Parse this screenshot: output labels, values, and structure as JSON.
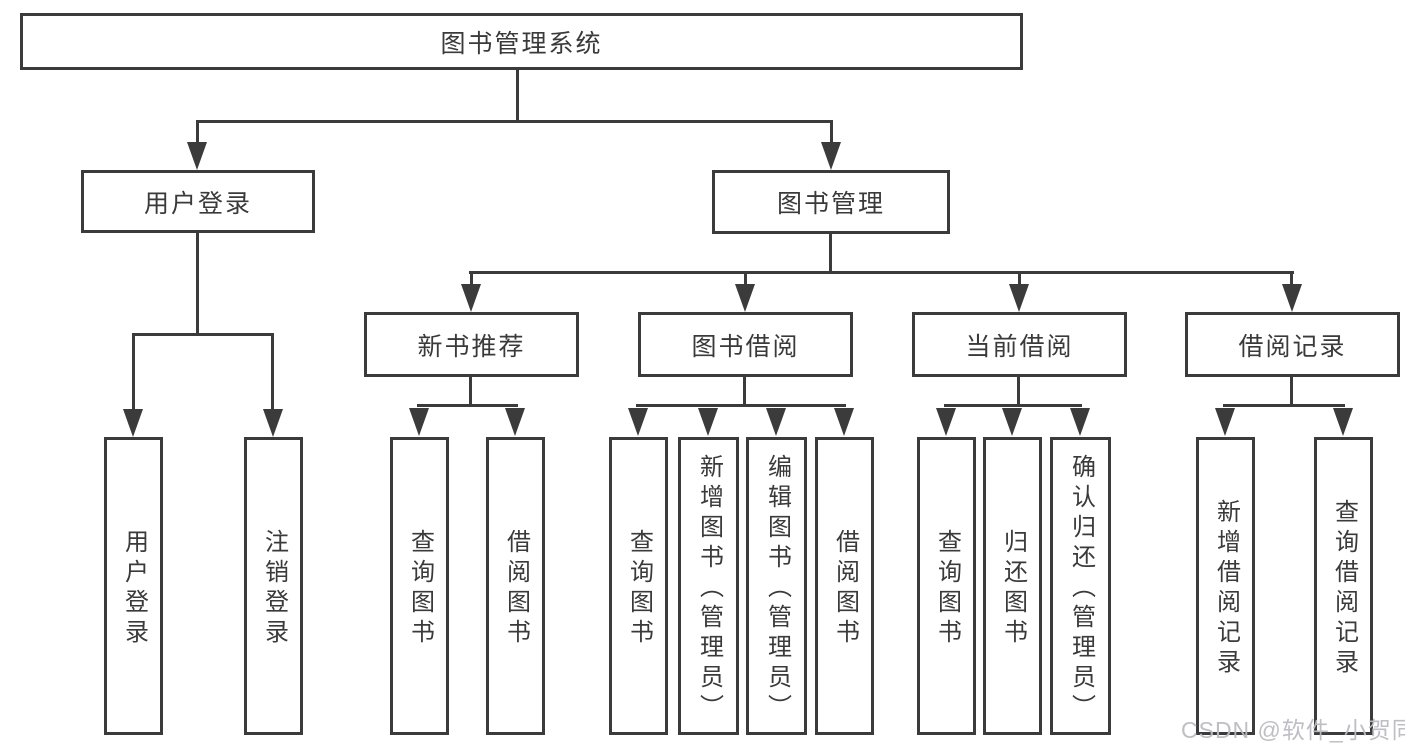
{
  "title": "图书管理系统",
  "watermark": "CSDN @软件_小贺同学",
  "colors": {
    "line": "#3b3b3b",
    "node_text": "#3a3a3a",
    "background": "#ffffff",
    "watermark_text": "#babac2"
  },
  "branches": {
    "login": {
      "label": "用户登录",
      "children": [
        {
          "label": "用户登录"
        },
        {
          "label": "注销登录"
        }
      ]
    },
    "management": {
      "label": "图书管理",
      "sections": [
        {
          "label": "新书推荐",
          "children": [
            {
              "label": "查询图书"
            },
            {
              "label": "借阅图书"
            }
          ]
        },
        {
          "label": "图书借阅",
          "children": [
            {
              "label": "查询图书"
            },
            {
              "label": "新增图书（管理员）"
            },
            {
              "label": "编辑图书（管理员）"
            },
            {
              "label": "借阅图书"
            }
          ]
        },
        {
          "label": "当前借阅",
          "children": [
            {
              "label": "查询图书"
            },
            {
              "label": "归还图书"
            },
            {
              "label": "确认归还（管理员）"
            }
          ]
        },
        {
          "label": "借阅记录",
          "children": [
            {
              "label": "新增借阅记录"
            },
            {
              "label": "查询借阅记录"
            }
          ]
        }
      ]
    }
  }
}
